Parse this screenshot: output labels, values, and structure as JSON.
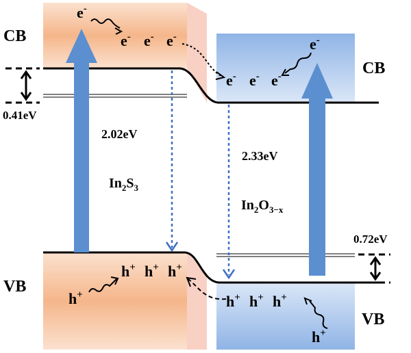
{
  "labels": {
    "cb_left": "CB",
    "vb_left": "VB",
    "cb_right": "CB",
    "vb_right": "VB"
  },
  "energies": {
    "left_offset": "0.41eV",
    "right_offset": "0.72eV",
    "bandgap_left": "2.02eV",
    "bandgap_right": "2.33eV"
  },
  "materials": {
    "left": {
      "base": "In",
      "sub1": "2",
      "mid": "S",
      "sub2": "3"
    },
    "right": {
      "base": "In",
      "sub1": "2",
      "mid": "O",
      "sub2": "3−x"
    }
  },
  "carriers": {
    "electron": "e",
    "electron_charge": "-",
    "hole": "h",
    "hole_charge": "+"
  },
  "colors": {
    "left_band": "#f5b68a",
    "right_band": "#7fa7dc",
    "arrow": "#5b8fd0",
    "transition": "#3f6fc2"
  }
}
